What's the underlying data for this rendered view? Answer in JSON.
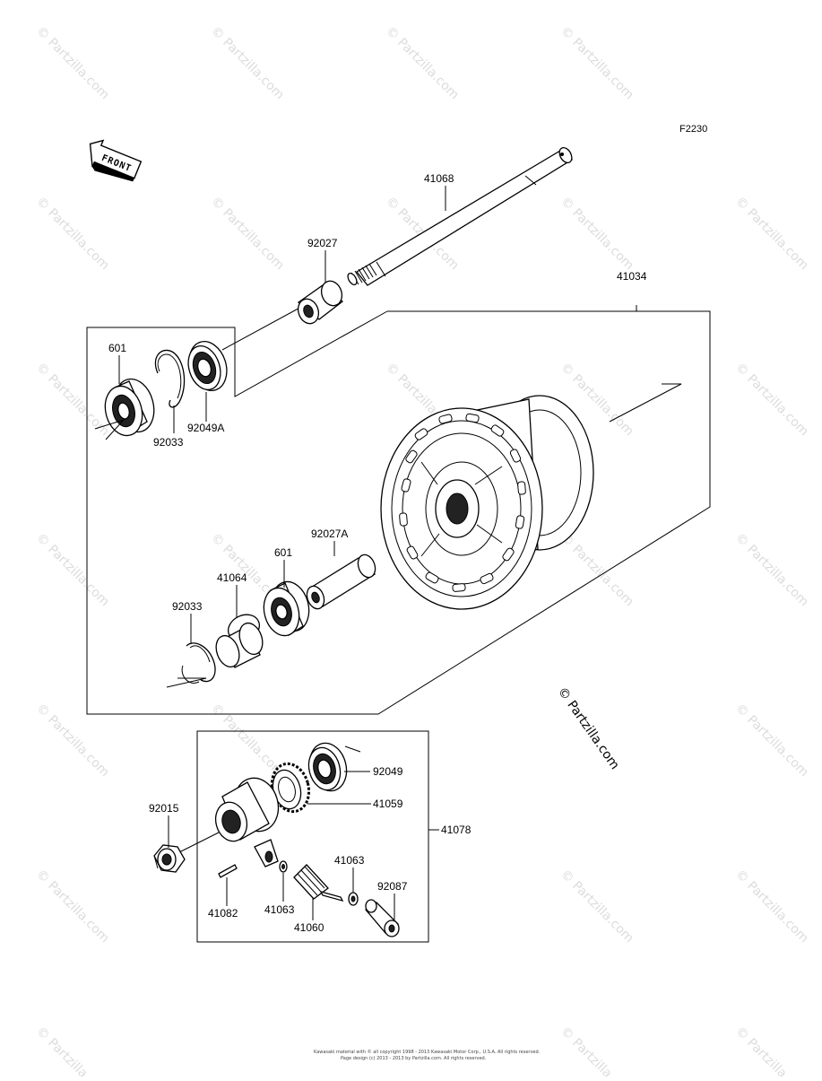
{
  "diagram": {
    "figure_code": "F2230",
    "front_label": "FRONT",
    "copyright": "© Partzilla.com",
    "watermark": "© Partzilla.com",
    "footer_line1": "Kawasaki material with © all copyright 1998 - 2013 Kawasaki Motor Corp., U.S.A. All rights reserved.",
    "footer_line2": "Page design (c) 2013 - 2013 by Partzilla.com. All rights reserved."
  },
  "parts": {
    "p41068": "41068",
    "p92027": "92027",
    "p41034": "41034",
    "p601_top": "601",
    "p92049A": "92049A",
    "p92033_top": "92033",
    "p92027A": "92027A",
    "p601_bottom": "601",
    "p41064": "41064",
    "p92033_bottom": "92033",
    "p92049": "92049",
    "p41059": "41059",
    "p92015": "92015",
    "p41078": "41078",
    "p41063_right": "41063",
    "p92087": "92087",
    "p41082": "41082",
    "p41063_left": "41063",
    "p41060": "41060"
  }
}
